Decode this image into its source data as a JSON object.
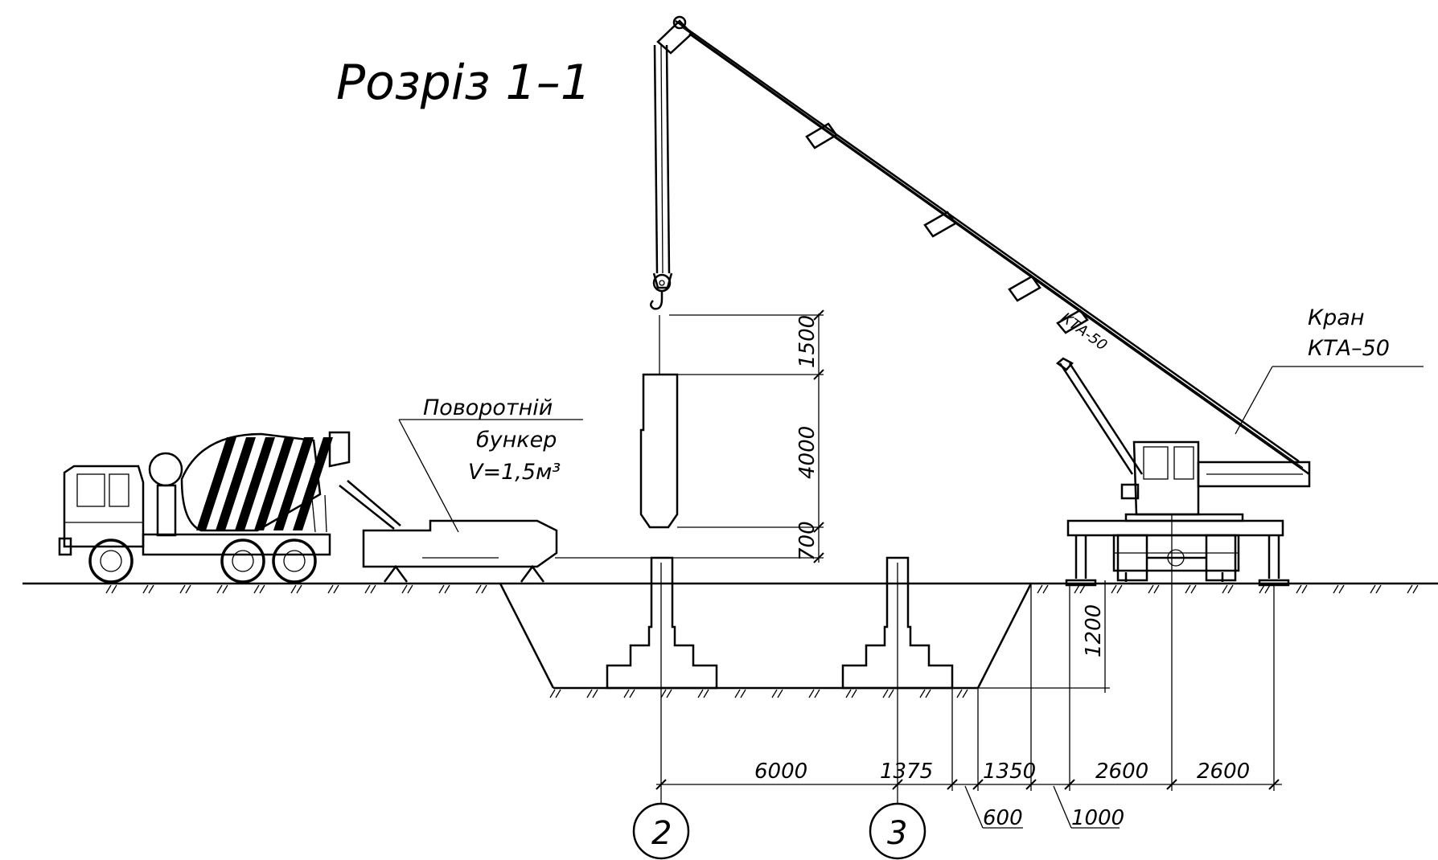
{
  "title": "Розріз 1–1",
  "labels": {
    "hopper": [
      "Поворотній",
      "бункер",
      "V=1,5м³"
    ],
    "crane": [
      "Кран",
      "КТА–50"
    ],
    "boom_mark": "КТА-50"
  },
  "dimensions": {
    "vertical": [
      "1500",
      "4000",
      "700",
      "1200"
    ],
    "horizontal": [
      "6000",
      "1375",
      "1350",
      "2600",
      "2600"
    ],
    "leaders": [
      "600",
      "1000"
    ]
  },
  "axes": [
    "2",
    "3"
  ]
}
